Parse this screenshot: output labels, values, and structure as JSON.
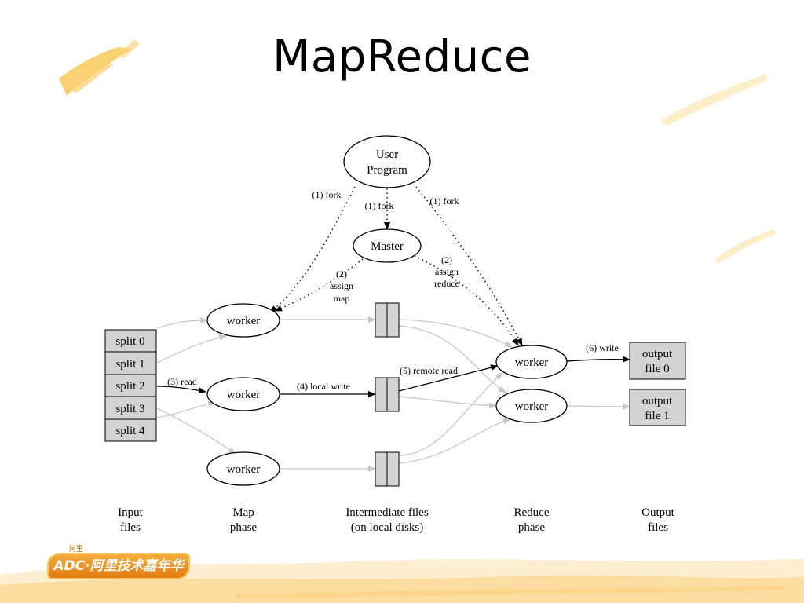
{
  "slide": {
    "title": "MapReduce"
  },
  "diagram": {
    "nodes": {
      "user_program": [
        "User",
        "Program"
      ],
      "master": "Master",
      "map_workers": [
        "worker",
        "worker",
        "worker"
      ],
      "reduce_workers": [
        "worker",
        "worker"
      ],
      "splits": [
        "split 0",
        "split 1",
        "split 2",
        "split 3",
        "split 4"
      ],
      "outputs": [
        [
          "output",
          "file 0"
        ],
        [
          "output",
          "file 1"
        ]
      ]
    },
    "edges": {
      "fork_left": "(1) fork",
      "fork_center": "(1) fork",
      "fork_right": "(1) fork",
      "assign_map": [
        "(2)",
        "assign",
        "map"
      ],
      "assign_reduce": [
        "(2)",
        "assign",
        "reduce"
      ],
      "read": "(3) read",
      "local_write": "(4) local write",
      "remote_read": "(5) remote read",
      "write": "(6) write"
    },
    "phases": [
      [
        "Input",
        "files"
      ],
      [
        "Map",
        "phase"
      ],
      [
        "Intermediate files",
        "(on local disks)"
      ],
      [
        "Reduce",
        "phase"
      ],
      [
        "Output",
        "files"
      ]
    ]
  },
  "branding": {
    "logo_text": "ADC·阿里技术嘉年华",
    "logo_small": "阿里"
  },
  "colors": {
    "accent": "#f5b942",
    "box_fill": "#d3d3d3",
    "grey_arrow": "#c8c8c8"
  }
}
